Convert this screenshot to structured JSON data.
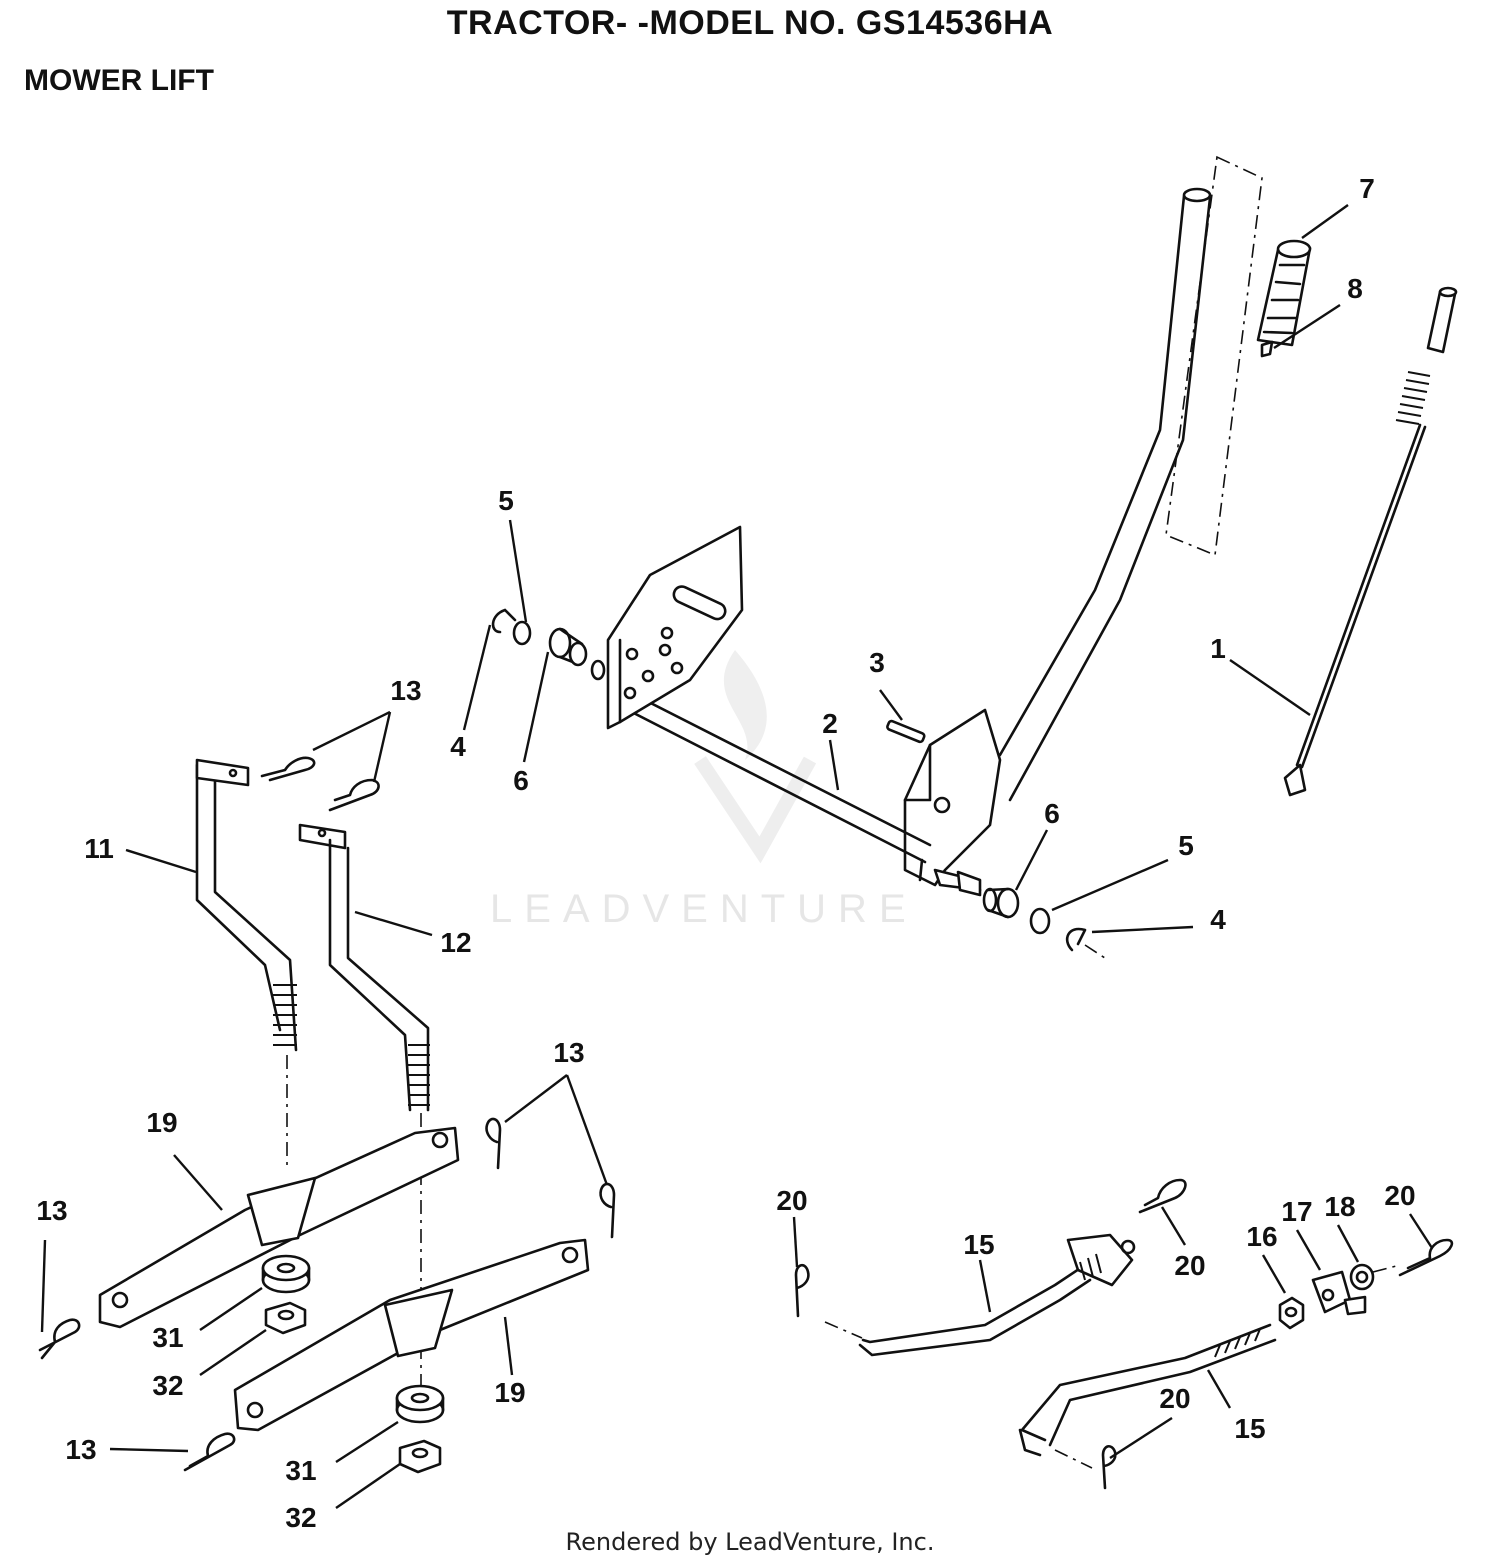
{
  "header": {
    "title": "TRACTOR- -MODEL NO. GS14536HA",
    "section": "MOWER LIFT"
  },
  "footer": {
    "credit": "Rendered by LeadVenture, Inc."
  },
  "watermark": {
    "text": "LEADVENTURE"
  },
  "callouts": [
    "7",
    "8",
    "5",
    "1",
    "3",
    "2",
    "4",
    "6",
    "13",
    "11",
    "6",
    "5",
    "12",
    "4",
    "13",
    "19",
    "13",
    "20",
    "15",
    "20",
    "16",
    "17",
    "18",
    "20",
    "31",
    "32",
    "19",
    "20",
    "15",
    "13",
    "31",
    "32"
  ]
}
